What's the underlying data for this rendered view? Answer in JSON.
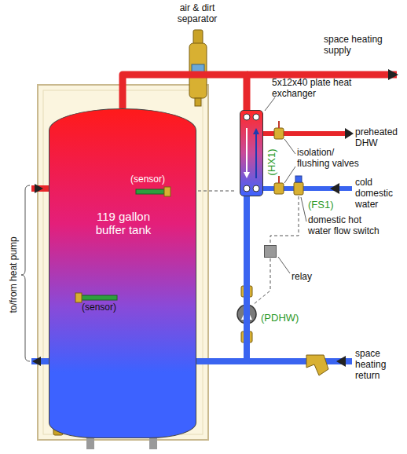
{
  "diagram": {
    "nodes": [
      {
        "text": [
          "119 gallon buffer tank"
        ]
      },
      {
        "text": [
          "5x12x40 plate heat exchanger",
          "(HX1)"
        ]
      },
      {
        "text": [
          "relay"
        ]
      }
    ],
    "edges": [
      {
        "from": 0,
        "to": 1,
        "arrow": "none"
      },
      {
        "from": 1,
        "to": 0,
        "arrow": "none"
      }
    ],
    "labels": [
      "air & dirt separator",
      "space heating supply",
      "preheated DHW",
      "isolation/ flushing valves",
      "cold domestic water",
      "(FS1)",
      "domestic hot water flow switch",
      "(sensor)",
      "(sensor)",
      "to/from heat pump",
      "(PDHW)",
      "space heating return"
    ]
  }
}
